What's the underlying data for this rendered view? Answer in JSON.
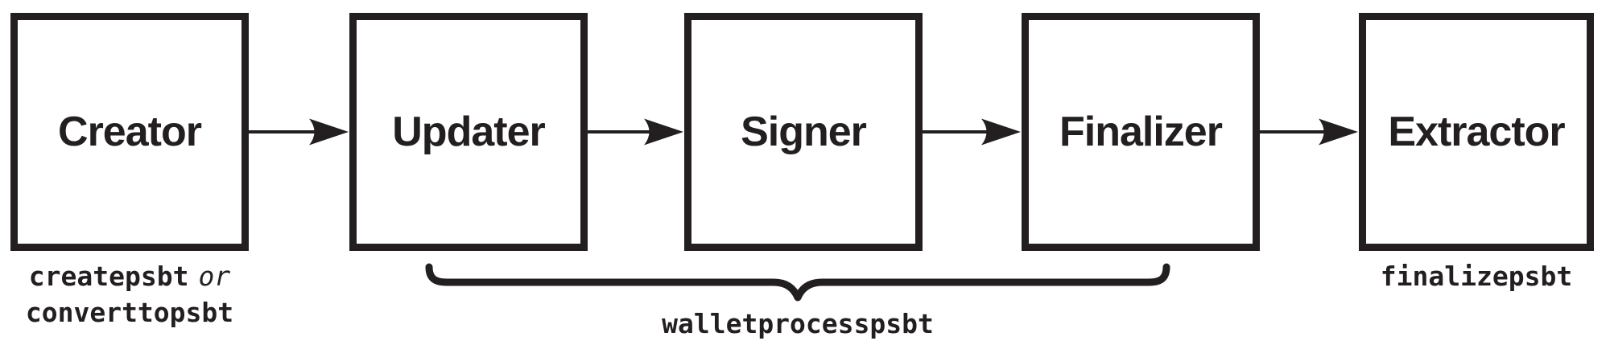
{
  "colors": {
    "ink": "#231f20",
    "background": "#ffffff"
  },
  "boxes": [
    {
      "label": "Creator"
    },
    {
      "label": "Updater"
    },
    {
      "label": "Signer"
    },
    {
      "label": "Finalizer"
    },
    {
      "label": "Extractor"
    }
  ],
  "captions": {
    "creator": {
      "code1": "createpsbt",
      "conjunction": "or",
      "code2": "converttopsbt"
    },
    "extractor": {
      "code": "finalizepsbt"
    },
    "brace": {
      "code": "walletprocesspsbt"
    }
  }
}
